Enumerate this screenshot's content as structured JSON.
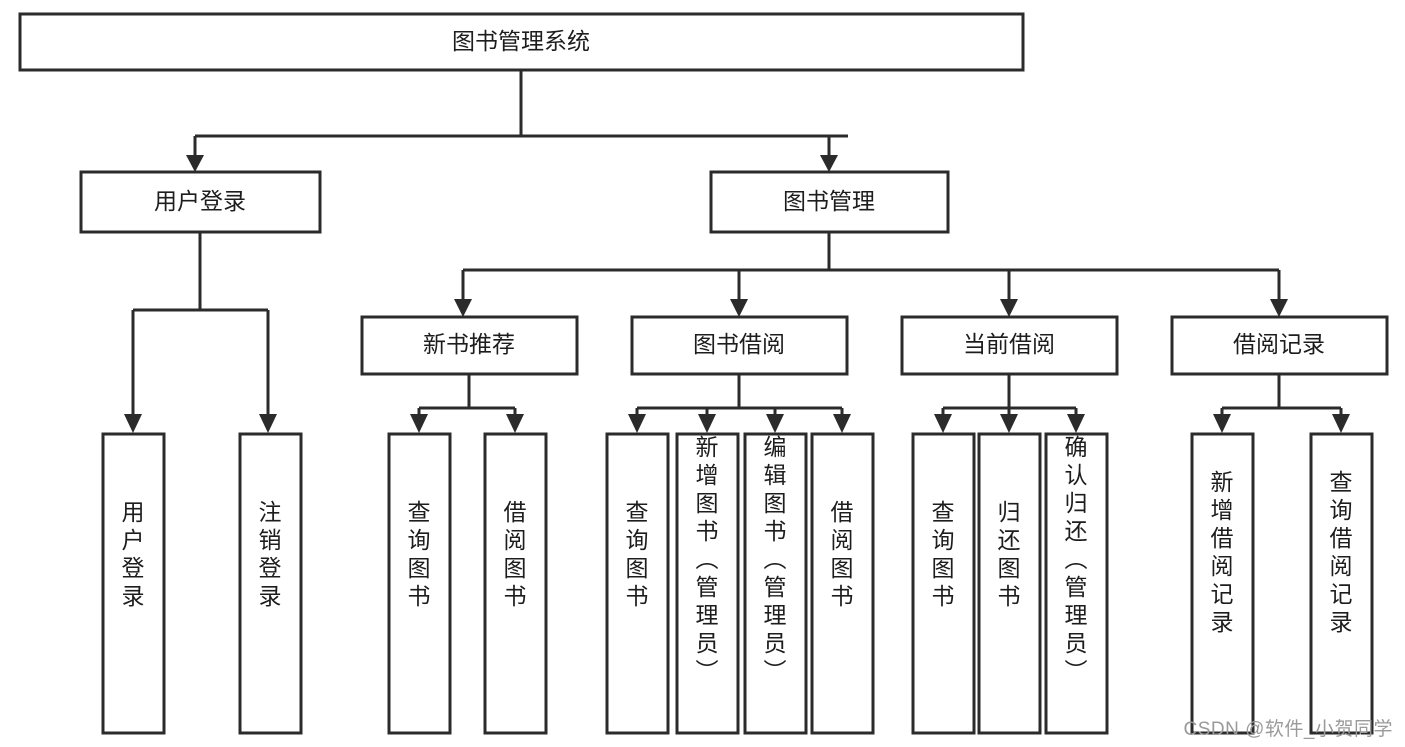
{
  "diagram": {
    "type": "tree",
    "title": "图书管理系统",
    "orientation": "top-down",
    "colors": {
      "stroke": "#2b2b2b",
      "fill": "#ffffff",
      "text": "#1d1d1d",
      "watermark": "#9a9a9a",
      "background": "#ffffff"
    },
    "levels": {
      "root": {
        "label": "图书管理系统"
      },
      "level2": [
        {
          "label": "用户登录"
        },
        {
          "label": "图书管理"
        }
      ],
      "level3": [
        {
          "label": "新书推荐"
        },
        {
          "label": "图书借阅"
        },
        {
          "label": "当前借阅"
        },
        {
          "label": "借阅记录"
        }
      ]
    },
    "nodes": {
      "root": "图书管理系统",
      "user_login": "用户登录",
      "book_manage": "图书管理",
      "new_book_rec": "新书推荐",
      "book_borrow": "图书借阅",
      "current_borrow": "当前借阅",
      "borrow_record": "借阅记录",
      "leaf_user_login": "用户登录",
      "leaf_user_logout": "注销登录",
      "leaf_rec_query": "查询图书",
      "leaf_rec_borrow": "借阅图书",
      "leaf_borrow_query": "查询图书",
      "leaf_borrow_add": "新增图书（管理员）",
      "leaf_borrow_edit": "编辑图书（管理员）",
      "leaf_borrow_borrow": "借阅图书",
      "leaf_current_query": "查询图书",
      "leaf_current_return": "归还图书",
      "leaf_current_confirm": "确认归还（管理员）",
      "leaf_record_add": "新增借阅记录",
      "leaf_record_query": "查询借阅记录"
    },
    "edges": [
      {
        "from": "图书管理系统",
        "to": "用户登录"
      },
      {
        "from": "图书管理系统",
        "to": "图书管理"
      },
      {
        "from": "图书管理",
        "to": "新书推荐"
      },
      {
        "from": "图书管理",
        "to": "图书借阅"
      },
      {
        "from": "图书管理",
        "to": "当前借阅"
      },
      {
        "from": "图书管理",
        "to": "借阅记录"
      },
      {
        "from": "用户登录",
        "to": "用户登录"
      },
      {
        "from": "用户登录",
        "to": "注销登录"
      },
      {
        "from": "新书推荐",
        "to": "查询图书"
      },
      {
        "from": "新书推荐",
        "to": "借阅图书"
      },
      {
        "from": "图书借阅",
        "to": "查询图书"
      },
      {
        "from": "图书借阅",
        "to": "新增图书（管理员）"
      },
      {
        "from": "图书借阅",
        "to": "编辑图书（管理员）"
      },
      {
        "from": "图书借阅",
        "to": "借阅图书"
      },
      {
        "from": "当前借阅",
        "to": "查询图书"
      },
      {
        "from": "当前借阅",
        "to": "归还图书"
      },
      {
        "from": "当前借阅",
        "to": "确认归还（管理员）"
      },
      {
        "from": "借阅记录",
        "to": "新增借阅记录"
      },
      {
        "from": "借阅记录",
        "to": "查询借阅记录"
      }
    ]
  },
  "watermark": {
    "text": "CSDN @软件_小贺同学"
  }
}
